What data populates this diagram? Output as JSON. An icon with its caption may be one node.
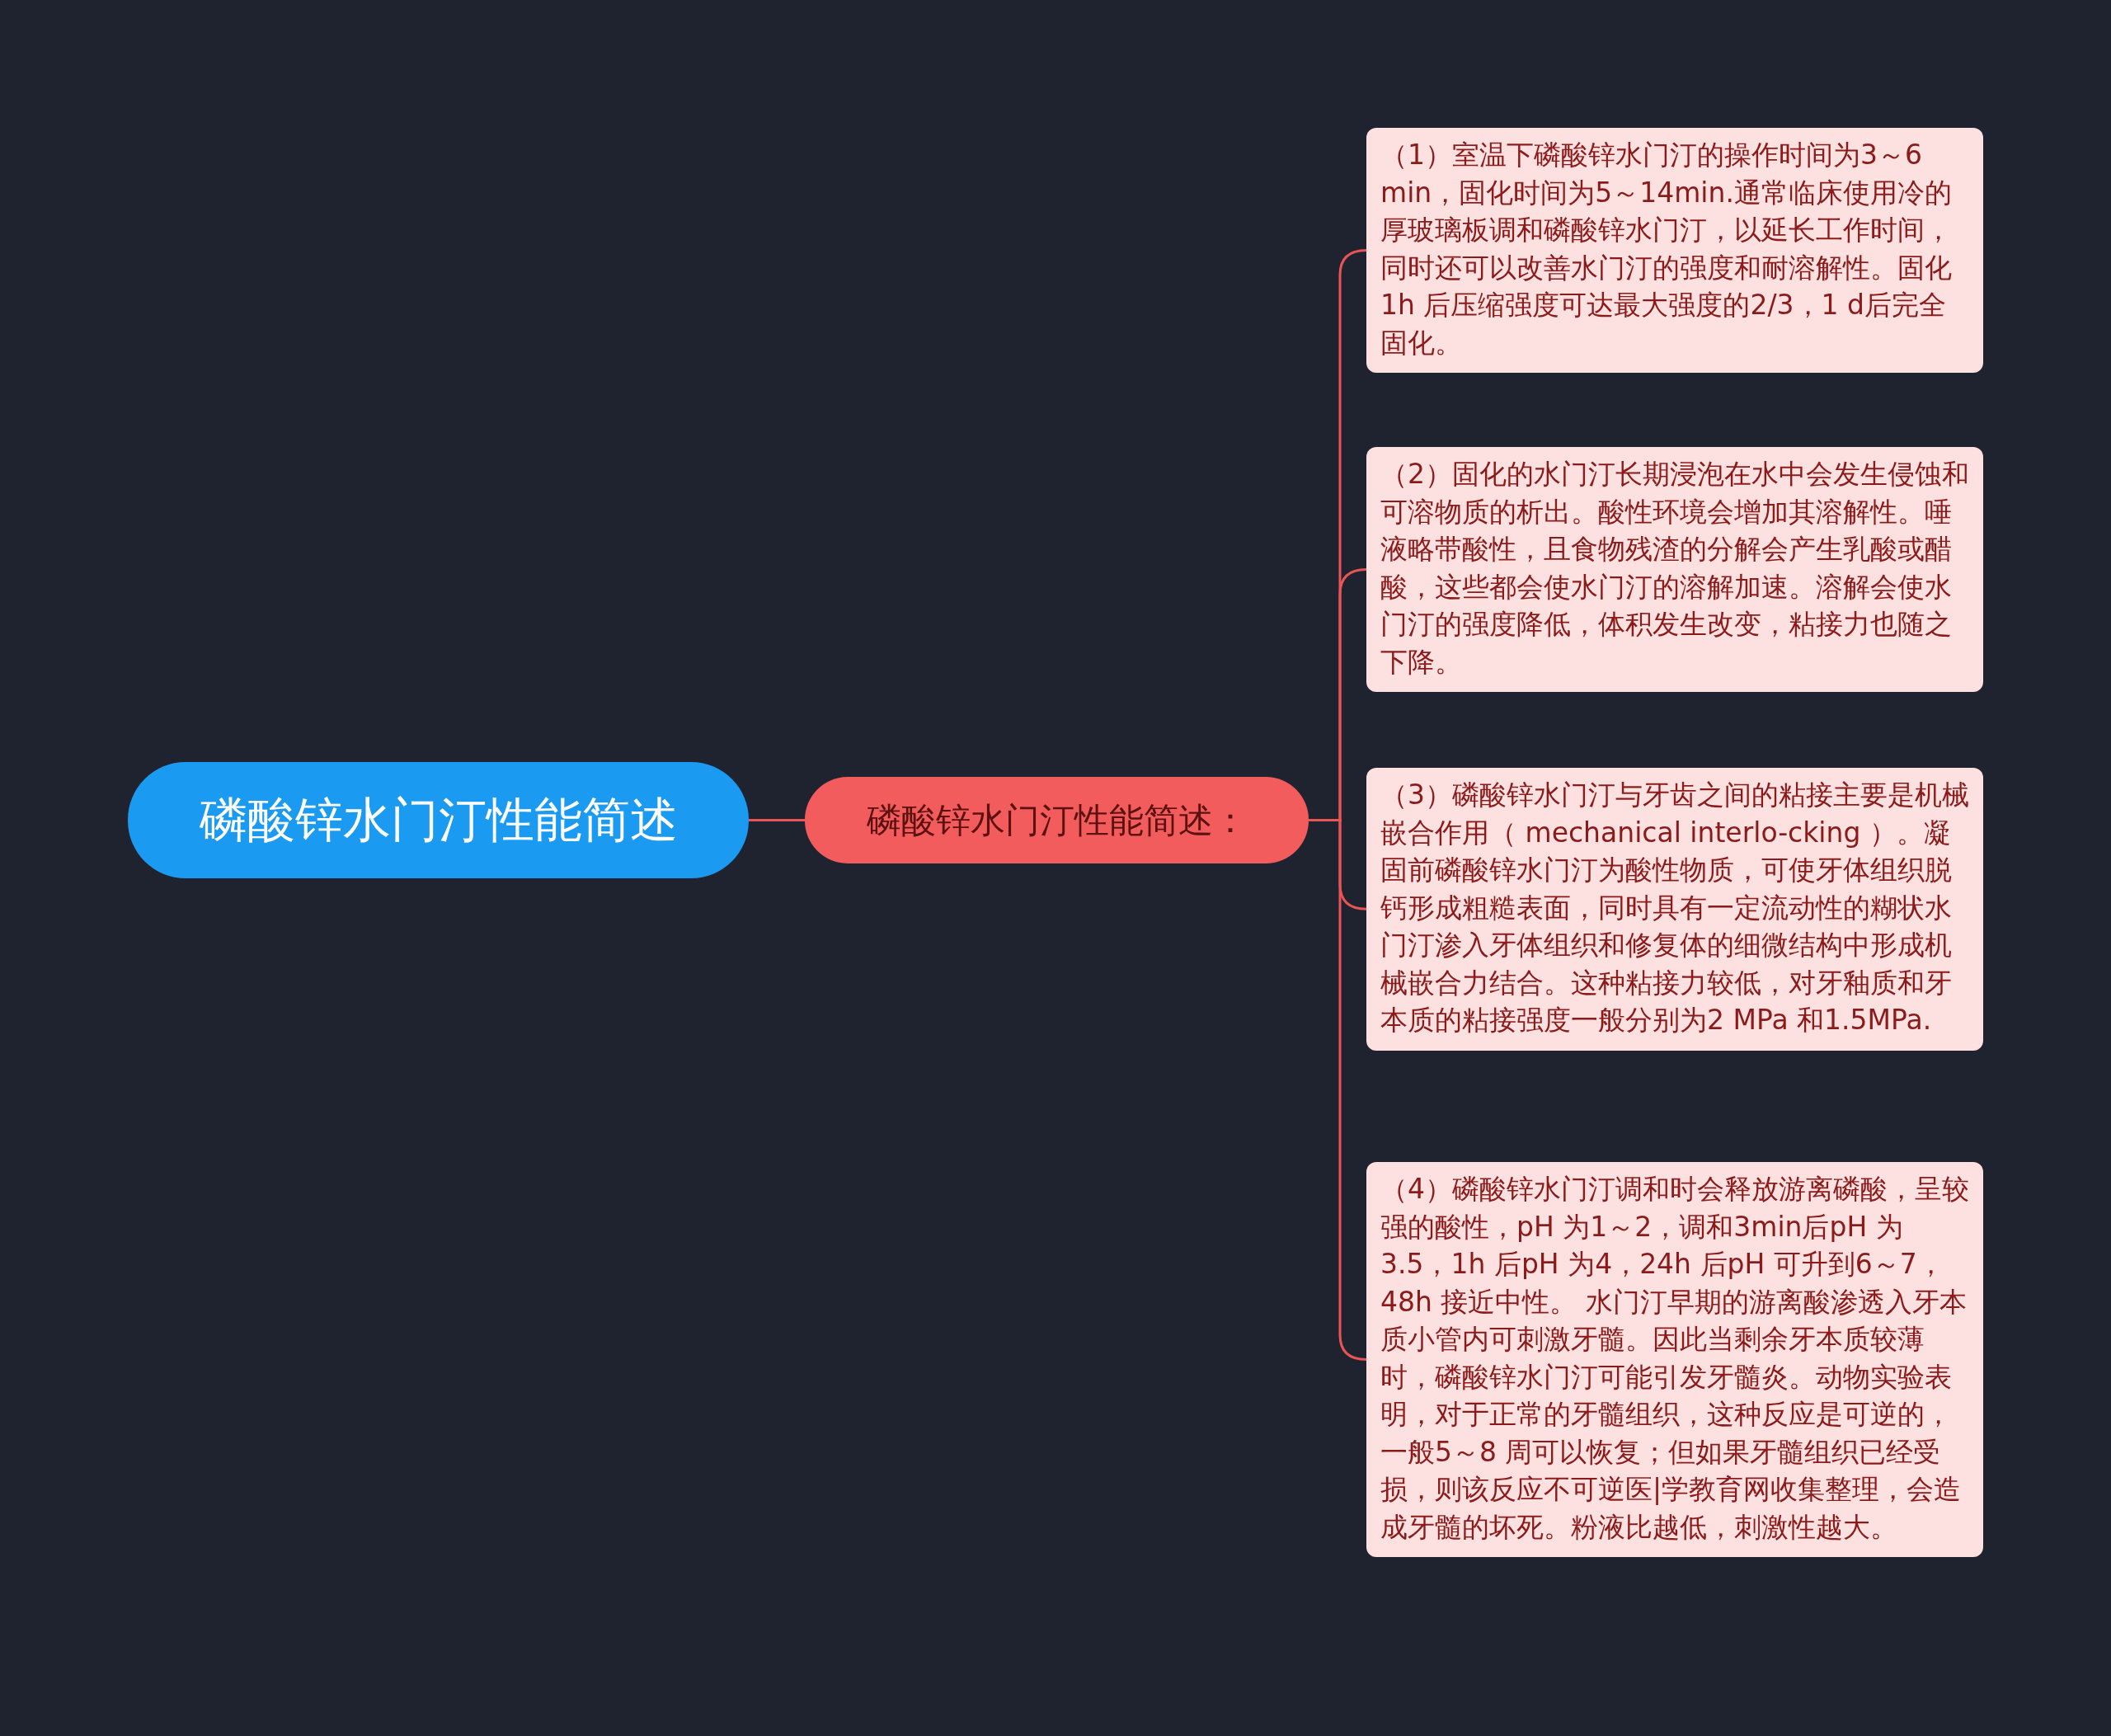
{
  "diagram": {
    "nodes": [
      {
        "text": [
          "磷酸锌水门汀性能简述"
        ]
      },
      {
        "text": [
          "磷酸锌水门汀性能简述："
        ]
      },
      {
        "text": [
          "（1）室温下磷酸锌水门汀的操作时间为3～6 min，固化时间为5～14min.通常临床使用冷的厚玻璃板调和磷酸锌水门汀，以延长工作时间，同时还可以改善水门汀的强度和耐溶解性。固化1h 后压缩强度可达最大强度的2/3，1 d后完全固化。"
        ]
      },
      {
        "text": [
          "（2）固化的水门汀长期浸泡在水中会发生侵蚀和可溶物质的析出。酸性环境会增加其溶解性。唾液略带酸性，且食物残渣的分解会产生乳酸或醋酸，这些都会使水门汀的溶解加速。溶解会使水门汀的强度降低，体积发生改变，粘接力也随之下降。"
        ]
      },
      {
        "text": [
          "（3）磷酸锌水门汀与牙齿之间的粘接主要是机械嵌合作用（ mechanical interlo-cking ）。凝固前磷酸锌水门汀为酸性物质，可使牙体组织脱钙形成粗糙表面，同时具有一定流动性的糊状水门汀渗入牙体组织和修复体的细微结构中形成机械嵌合力结合。这种粘接力较低，对牙釉质和牙本质的粘接强度一般分别为2 MPa 和1.5MPa."
        ]
      },
      {
        "text": [
          "（4）磷酸锌水门汀调和时会释放游离磷酸，呈较强的酸性，pH 为1～2，调和3min后pH 为3.5，1h 后pH 为4，24h 后pH 可升到6～7，48h 接近中性。 水门汀早期的游离酸渗透入牙本质小管内可刺激牙髓。因此当剩余牙本质较薄时，磷酸锌水门汀可能引发牙髓炎。动物实验表明，对于正常的牙髓组织，这种反应是可逆的，一般5～8 周可以恢复；但如果牙髓组织已经受损，则该反应不可逆医|学教育网收集整理，会造成牙髓的坏死。粉液比越低，刺激性越大。"
        ]
      }
    ],
    "edges": [
      {
        "from": 0,
        "to": 1,
        "arrow": "none"
      },
      {
        "from": 1,
        "to": 2,
        "arrow": "none"
      },
      {
        "from": 1,
        "to": 3,
        "arrow": "none"
      },
      {
        "from": 1,
        "to": 4,
        "arrow": "none"
      },
      {
        "from": 1,
        "to": 5,
        "arrow": "none"
      }
    ]
  }
}
